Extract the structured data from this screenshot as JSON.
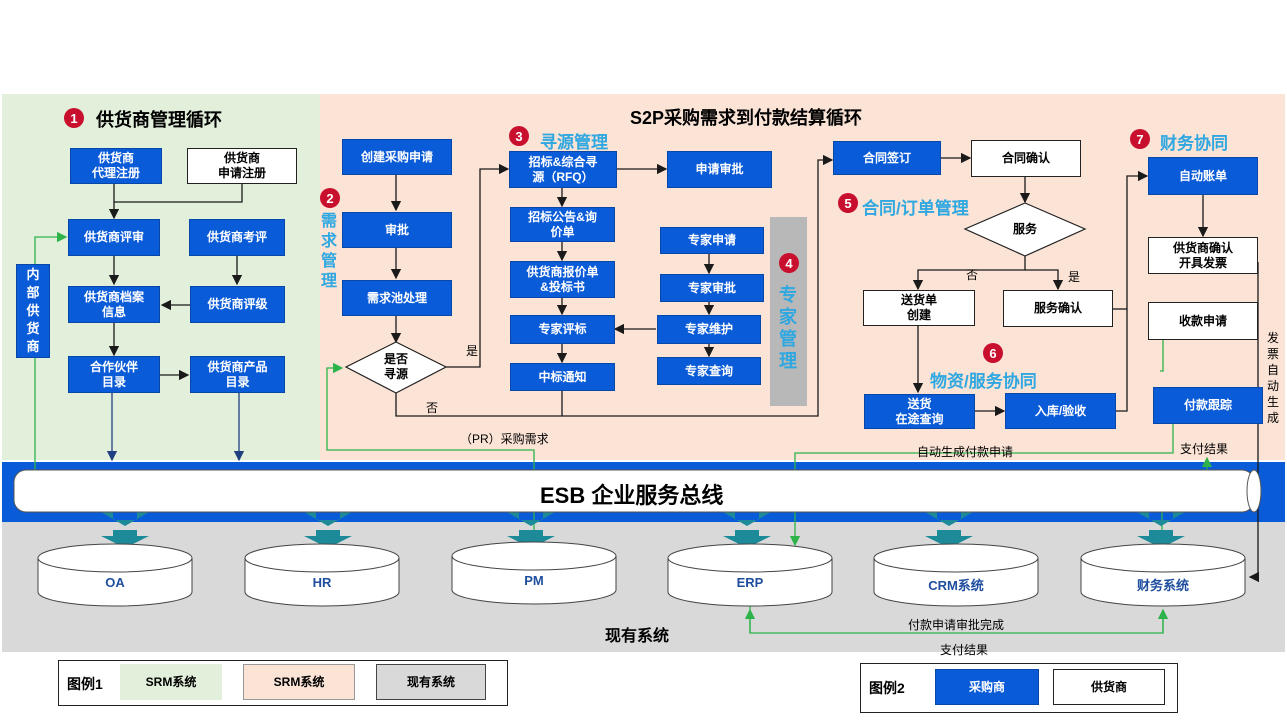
{
  "colors": {
    "srm_green": "#e2efda",
    "srm_peach": "#fbe3d6",
    "existing_gray": "#d9d9d9",
    "bus_blue": "#0a5bd8",
    "box_blue": "#0a5bd8",
    "accent_cyan": "#2fa7e0",
    "marker_red": "#c8102e",
    "flow_green": "#2db34a",
    "line_dark": "#1a1a1a"
  },
  "supplier": {
    "num": "1",
    "title": "供货商管理循环",
    "agent_register": "供货商\n代理注册",
    "apply_register": "供货商\n申请注册",
    "review": "供货商评审",
    "evaluate": "供货商考评",
    "archive": "供货商档案\n信息",
    "rating": "供货商评级",
    "partner_catalog": "合作伙伴\n目录",
    "product_catalog": "供货商产品\n目录",
    "internal_supplier": "内部供货商"
  },
  "s2p": {
    "title": "S2P采购需求到付款结算循环"
  },
  "demand": {
    "num": "2",
    "title": "需求管理",
    "create_pr": "创建采购申请",
    "approve": "审批",
    "pool": "需求池处理",
    "decision": "是否\n寻源",
    "yes": "是",
    "no": "否"
  },
  "sourcing": {
    "num": "3",
    "title": "寻源管理",
    "rfq": "招标&综合寻\n源（RFQ）",
    "apply_approve": "申请审批",
    "notice": "招标公告&询\n价单",
    "quote": "供货商报价单\n&投标书",
    "expert_eval": "专家评标",
    "award": "中标通知"
  },
  "expert": {
    "num": "4",
    "title": "专家管理",
    "apply": "专家申请",
    "approve": "专家审批",
    "maintain": "专家维护",
    "query": "专家查询"
  },
  "contract": {
    "num": "5",
    "title": "合同/订单管理",
    "sign": "合同签订",
    "confirm": "合同确认",
    "service": "服务",
    "no": "否",
    "yes": "是",
    "delivery_create": "送货单\n创建",
    "service_confirm": "服务确认"
  },
  "material": {
    "num": "6",
    "title": "物资/服务协同",
    "delivery_query": "送货\n在途查询",
    "receive": "入库/验收"
  },
  "finance": {
    "num": "7",
    "title": "财务协同",
    "auto_bill": "自动账单",
    "invoice": "供货商确认\n开具发票",
    "collect": "收款申请",
    "track": "付款跟踪",
    "invoice_auto": "发票自动生成"
  },
  "flow_labels": {
    "pr_demand": "（PR）采购需求",
    "auto_payment": "自动生成付款申请",
    "pay_result_right": "支付结果",
    "approve_done": "付款申请审批完成",
    "pay_result_bottom": "支付结果"
  },
  "esb": {
    "label": "ESB 企业服务总线"
  },
  "systems": {
    "items": [
      "OA",
      "HR",
      "PM",
      "ERP",
      "CRM系统",
      "财务系统"
    ],
    "label": "现有系统"
  },
  "legend1": {
    "title": "图例1",
    "items": [
      "SRM系统",
      "SRM系统",
      "现有系统"
    ]
  },
  "legend2": {
    "title": "图例2",
    "items": [
      "采购商",
      "供货商"
    ]
  }
}
